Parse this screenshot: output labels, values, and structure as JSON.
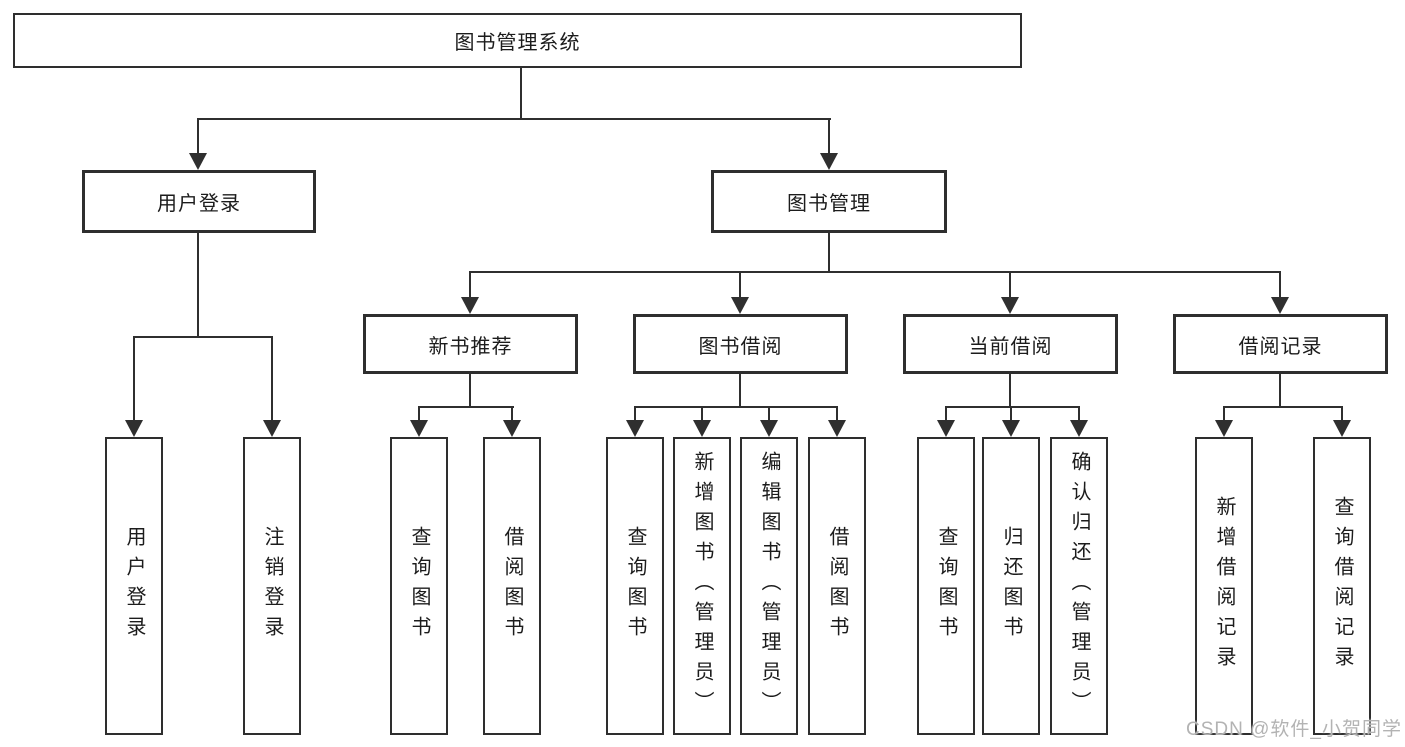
{
  "colors": {
    "line": "#2f2f2f",
    "border": "#2e2e2e",
    "text": "#1c1c1c",
    "watermark": "#b3b3b3",
    "background": "#ffffff"
  },
  "watermark": "CSDN @软件_小贺同学",
  "tree": {
    "root": "图书管理系统",
    "branches": [
      {
        "label": "用户登录",
        "children": [
          "用户登录",
          "注销登录"
        ]
      },
      {
        "label": "图书管理",
        "groups": [
          {
            "label": "新书推荐",
            "children": [
              "查询图书",
              "借阅图书"
            ]
          },
          {
            "label": "图书借阅",
            "children": [
              "查询图书",
              "新增图书（管理员）",
              "编辑图书（管理员）",
              "借阅图书"
            ]
          },
          {
            "label": "当前借阅",
            "children": [
              "查询图书",
              "归还图书",
              "确认归还（管理员）"
            ]
          },
          {
            "label": "借阅记录",
            "children": [
              "新增借阅记录",
              "查询借阅记录"
            ]
          }
        ]
      }
    ]
  }
}
